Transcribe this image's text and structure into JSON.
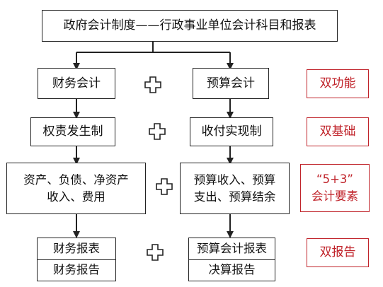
{
  "title": "政府会计制度——行政事业单位会计科目和报表",
  "left": {
    "level1": "财务会计",
    "level2": "权责发生制",
    "level3_line1": "资产、负债、净资产",
    "level3_line2": "收入、费用",
    "level4_top": "财务报表",
    "level4_bottom": "财务报告"
  },
  "right": {
    "level1": "预算会计",
    "level2": "收付实现制",
    "level3_line1": "预算收入、预算",
    "level3_line2": "支出、预算结余",
    "level4_top": "预算会计报表",
    "level4_bottom": "决算报告"
  },
  "tags": {
    "row1": "双功能",
    "row2": "双基础",
    "row3_line1": "“5+3”",
    "row3_line2": "会计要素",
    "row4": "双报告"
  },
  "colors": {
    "line": "#222222",
    "accent": "#c0232a"
  }
}
